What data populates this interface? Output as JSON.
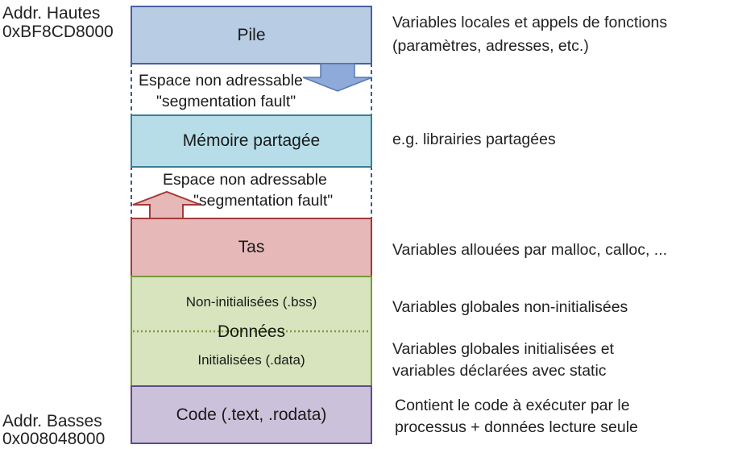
{
  "addresses": {
    "high_label": "Addr. Hautes",
    "high_value": "0xBF8CD8000",
    "low_label": "Addr. Basses",
    "low_value": "0x008048000"
  },
  "segments": {
    "stack": {
      "label": "Pile",
      "color": "#b8cce4",
      "border": "#4a5fa0"
    },
    "gap_top": {
      "line1": "Espace non adressable",
      "line2": "\"segmentation fault\""
    },
    "shared": {
      "label": "Mémoire partagée",
      "color": "#b7dde8",
      "border": "#3b7f96"
    },
    "gap_bottom": {
      "line1": "Espace non adressable",
      "line2": "\"segmentation fault\""
    },
    "heap": {
      "label": "Tas",
      "color": "#e6b9b8",
      "border": "#a33a3a"
    },
    "data": {
      "label": "Données",
      "bss_label": "Non-initialisées (.bss)",
      "init_label": "Initialisées (.data)",
      "color": "#d7e4bd",
      "border": "#7a9a3a"
    },
    "code": {
      "label": "Code (.text, .rodata)",
      "color": "#ccc1da",
      "border": "#5f4a8a"
    }
  },
  "descriptions": {
    "stack": [
      "Variables locales et appels de fonctions",
      "(paramètres, adresses, etc.)"
    ],
    "shared": "e.g. librairies partagées",
    "heap": "Variables allouées par malloc, calloc, ...",
    "bss": "Variables globales non-initialisées",
    "data": [
      "Variables globales initialisées et",
      "variables déclarées avec static"
    ],
    "code": [
      "Contient le code à exécuter par le",
      "processus + données lecture seule"
    ]
  },
  "arrows": {
    "stack_arrow": {
      "direction": "down",
      "color": "#8eaadb",
      "border": "#5878b0"
    },
    "heap_arrow": {
      "direction": "up",
      "color": "#e6b9b8",
      "border": "#a33a3a"
    }
  }
}
